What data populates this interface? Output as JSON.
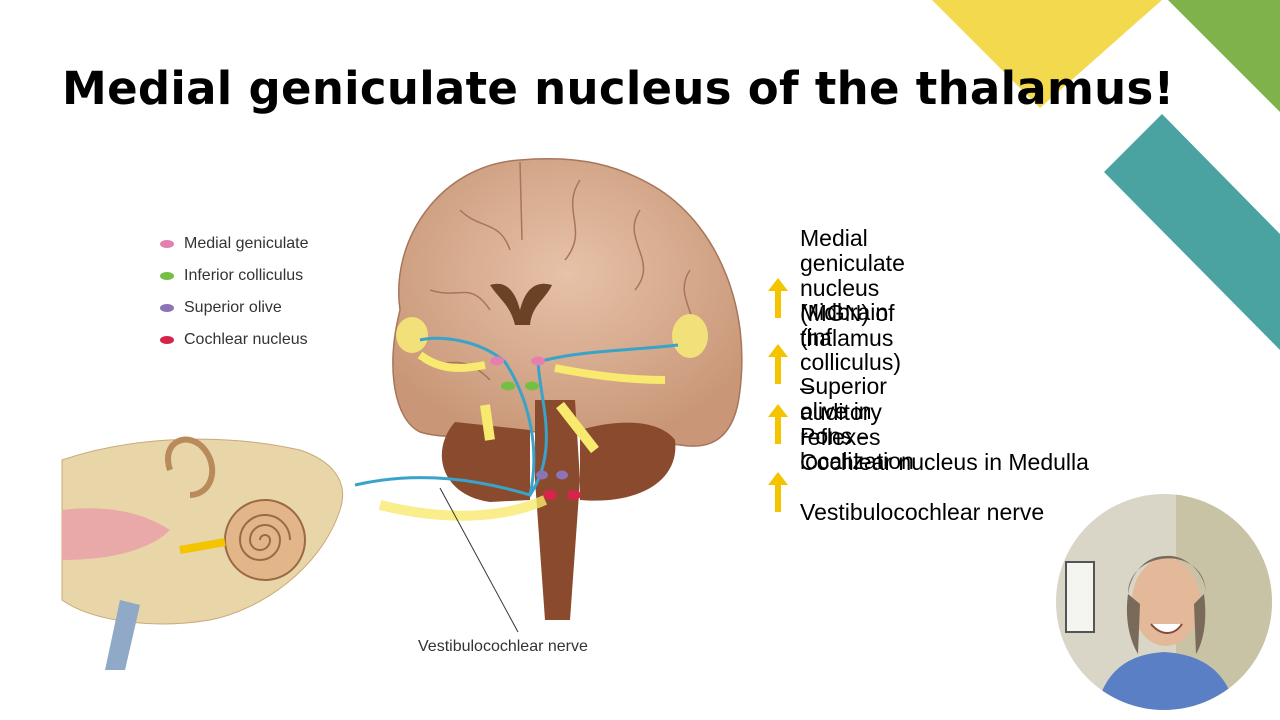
{
  "slide": {
    "title": "Medial geniculate nucleus of the thalamus!"
  },
  "theme": {
    "accent_yellow": "#f2d94e",
    "accent_green": "#7fb24a",
    "accent_teal": "#4aa3a0",
    "arrow_gold": "#f5c400"
  },
  "legend": {
    "items": [
      {
        "label": "Medial geniculate",
        "color": "#e57fb0"
      },
      {
        "label": "Inferior colliculus",
        "color": "#74c043"
      },
      {
        "label": "Superior olive",
        "color": "#8d73b8"
      },
      {
        "label": "Cochlear nucleus",
        "color": "#d6254a"
      }
    ]
  },
  "figure": {
    "nerve_label": "Vestibulocochlear nerve"
  },
  "pathway": {
    "steps": [
      "Medial geniculate nucleus\n(MGN) of thalamus",
      "Midbrain (inf colliculus) –\nauditory reflexes",
      "Superior olive in Pons -\nlocalization",
      "Cochlear nucleus in Medulla",
      "Vestibulocochlear nerve"
    ]
  }
}
